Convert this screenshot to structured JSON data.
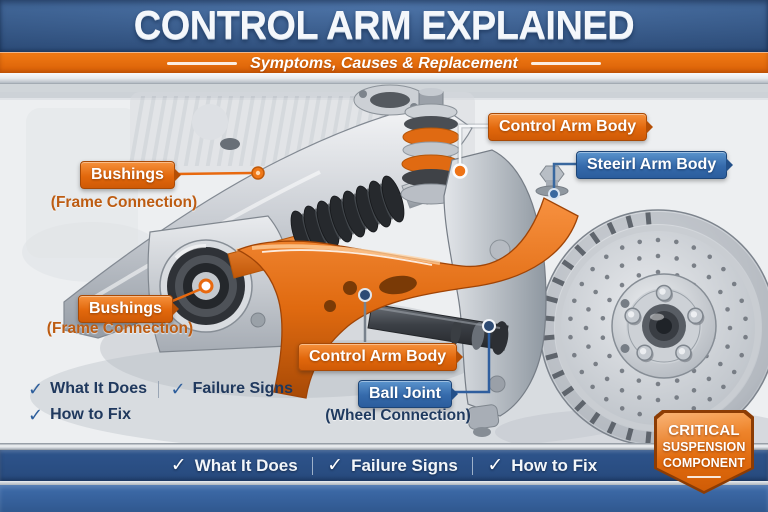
{
  "header": {
    "title": "CONTROL ARM EXPLAINED",
    "subtitle": "Symptoms, Causes & Replacement"
  },
  "colors": {
    "accent_orange": "#e8690f",
    "accent_blue": "#2e5a95",
    "header_blue": "#30588f",
    "label_orange_dark": "#c05a0a",
    "text_navy": "#20395e"
  },
  "callouts": {
    "bushings_top": {
      "label": "Bushings",
      "sub": "(Frame Connection)"
    },
    "bushings_bottom": {
      "label": "Bushings",
      "sub": "(Frame Connection)"
    },
    "control_arm_top": {
      "label": "Control Arm Body"
    },
    "steering_arm": {
      "label": "Steeirl Arm Body"
    },
    "control_arm_bottom": {
      "label": "Control Arm Body"
    },
    "ball_joint": {
      "label": "Ball Joint",
      "sub": "(Wheel Connection)"
    }
  },
  "checklist": {
    "check_icon": "✓",
    "items": [
      "What It Does",
      "Failure Signs",
      "How to Fix"
    ]
  },
  "footer": {
    "check_icon": "✓",
    "items": [
      "What It Does",
      "Failure Signs",
      "How to Fix"
    ]
  },
  "badge": {
    "line1": "CRITICAL",
    "line2": "SUSPENSION",
    "line3": "COMPONENT"
  }
}
